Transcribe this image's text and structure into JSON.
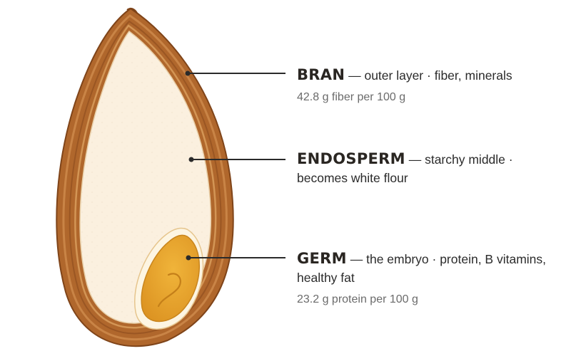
{
  "parts": {
    "bran": {
      "name": "BRAN",
      "desc": "— outer layer · fiber, minerals",
      "stat": "42.8 g fiber per 100 g"
    },
    "endosperm": {
      "name": "ENDOSPERM",
      "desc": "— starchy middle · becomes white flour"
    },
    "germ": {
      "name": "GERM",
      "desc": "— the embryo · protein, B vitamins, healthy fat",
      "stat": "23.2 g protein per 100 g"
    }
  },
  "colors": {
    "bran": "#b0672c",
    "bran_dark": "#8a4a1c",
    "endosperm": "#fbf0df",
    "germ": "#e9a52b",
    "leader": "#2a2a2a"
  }
}
